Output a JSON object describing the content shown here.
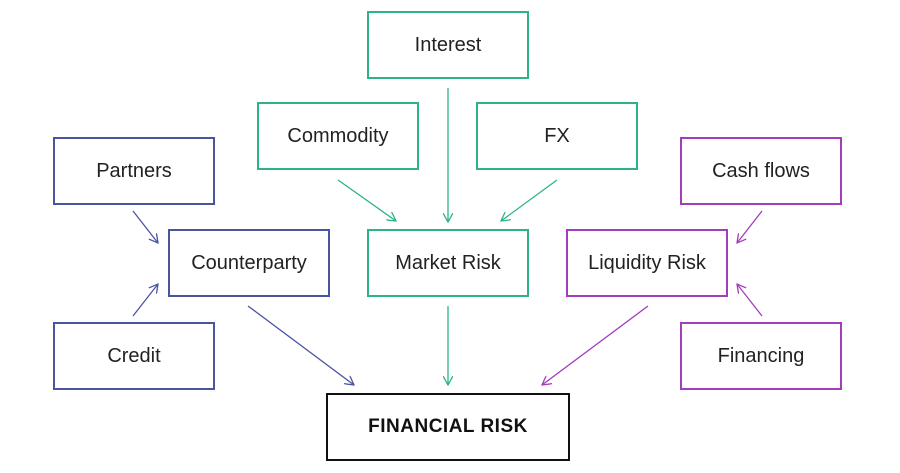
{
  "diagram": {
    "nodes": {
      "interest": "Interest",
      "commodity": "Commodity",
      "fx": "FX",
      "partners": "Partners",
      "counterparty": "Counterparty",
      "market_risk": "Market Risk",
      "liquidity_risk": "Liquidity Risk",
      "cash_flows": "Cash flows",
      "credit": "Credit",
      "financing": "Financing",
      "financial_risk": "FINANCIAL RISK"
    },
    "colors": {
      "counterparty_group": "#4a55a2",
      "market_group": "#2cb38a",
      "liquidity_group": "#a33dbb",
      "final": "#111111"
    },
    "edges": [
      {
        "from": "Partners",
        "to": "Counterparty"
      },
      {
        "from": "Credit",
        "to": "Counterparty"
      },
      {
        "from": "Interest",
        "to": "Market Risk"
      },
      {
        "from": "Commodity",
        "to": "Market Risk"
      },
      {
        "from": "FX",
        "to": "Market Risk"
      },
      {
        "from": "Cash flows",
        "to": "Liquidity Risk"
      },
      {
        "from": "Financing",
        "to": "Liquidity Risk"
      },
      {
        "from": "Counterparty",
        "to": "FINANCIAL RISK"
      },
      {
        "from": "Market Risk",
        "to": "FINANCIAL RISK"
      },
      {
        "from": "Liquidity Risk",
        "to": "FINANCIAL RISK"
      }
    ]
  }
}
